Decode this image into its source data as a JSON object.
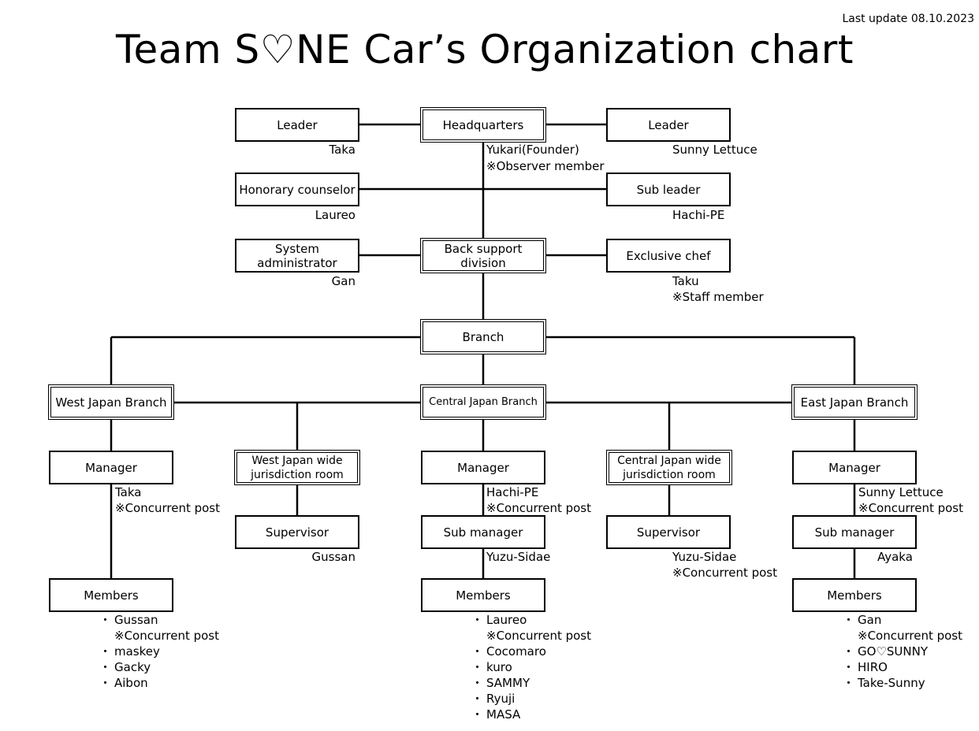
{
  "header": {
    "last_update": "Last update 08.10.2023",
    "title": "Team S♡NE Car’s  Organization chart"
  },
  "nodes": {
    "leader_left": "Leader",
    "headquarters": "Headquarters",
    "leader_right": "Leader",
    "honorary_counselor": "Honorary counselor",
    "sub_leader": "Sub leader",
    "system_admin": "System administrator",
    "back_support": "Back support division",
    "exclusive_chef": "Exclusive chef",
    "branch": "Branch",
    "west_branch": "West Japan Branch",
    "central_branch": "Central Japan Branch",
    "east_branch": "East Japan Branch",
    "west_wide_room": "West Japan wide jurisdiction room",
    "central_wide_room": "Central Japan wide jurisdiction room",
    "west_manager": "Manager",
    "central_manager": "Manager",
    "east_manager": "Manager",
    "west_supervisor": "Supervisor",
    "central_supervisor": "Supervisor",
    "central_sub_manager": "Sub manager",
    "east_sub_manager": "Sub manager",
    "west_members": "Members",
    "central_members": "Members",
    "east_members": "Members"
  },
  "people": {
    "leader_left": "Taka",
    "headquarters": [
      "Yukari(Founder)",
      "※Observer member"
    ],
    "leader_right": "Sunny Lettuce",
    "honorary_counselor": "Laureo",
    "sub_leader": "Hachi-PE",
    "system_admin": "Gan",
    "exclusive_chef": [
      "Taku",
      "※Staff member"
    ],
    "west_manager": [
      "Taka",
      "※Concurrent post"
    ],
    "central_manager": [
      "Hachi-PE",
      "※Concurrent post"
    ],
    "east_manager": [
      "Sunny Lettuce",
      "※Concurrent post"
    ],
    "west_supervisor": "Gussan",
    "central_supervisor": [
      "Yuzu-Sidae",
      "※Concurrent post"
    ],
    "central_sub_manager": "Yuzu-Sidae",
    "east_sub_manager": "Ayaka"
  },
  "members": {
    "west": [
      "Gussan",
      "※Concurrent post",
      "maskey",
      "Gacky",
      "Aibon"
    ],
    "central": [
      "Laureo",
      "※Concurrent post",
      "Cocomaro",
      "kuro",
      "SAMMY",
      "Ryuji",
      "MASA"
    ],
    "east": [
      "Gan",
      "※Concurrent post",
      "GO♡SUNNY",
      "HIRO",
      "Take-Sunny"
    ]
  }
}
